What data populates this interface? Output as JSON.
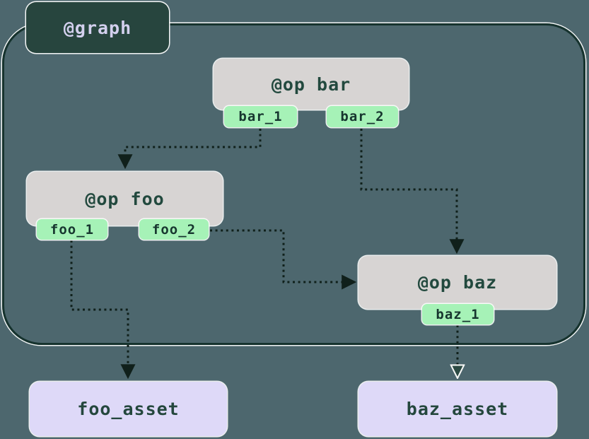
{
  "diagram": {
    "graph_label": "@graph",
    "ops": [
      {
        "id": "bar",
        "label": "@op bar",
        "outputs": [
          "bar_1",
          "bar_2"
        ]
      },
      {
        "id": "foo",
        "label": "@op foo",
        "outputs": [
          "foo_1",
          "foo_2"
        ]
      },
      {
        "id": "baz",
        "label": "@op baz",
        "outputs": [
          "baz_1"
        ]
      }
    ],
    "assets": [
      {
        "id": "foo_asset",
        "label": "foo_asset"
      },
      {
        "id": "baz_asset",
        "label": "baz_asset"
      }
    ],
    "edges": [
      {
        "from": "bar.bar_1",
        "to": "op foo"
      },
      {
        "from": "bar.bar_2",
        "to": "op baz"
      },
      {
        "from": "foo.foo_2",
        "to": "op baz"
      },
      {
        "from": "foo.foo_1",
        "to": "foo_asset"
      },
      {
        "from": "baz.baz_1",
        "to": "baz_asset"
      }
    ],
    "colors": {
      "background": "#4d676e",
      "graph_border": "#16332e",
      "graph_label_bg": "#27453e",
      "graph_label_text": "#d3d0ee",
      "op_bg": "#d7d4d3",
      "op_text": "#22493e",
      "output_bg": "#a6f2b7",
      "output_text": "#17362f",
      "asset_bg": "#ded9f8",
      "asset_text": "#24473d",
      "edge": "#10201b",
      "node_outline": "#fcfdfc"
    }
  }
}
